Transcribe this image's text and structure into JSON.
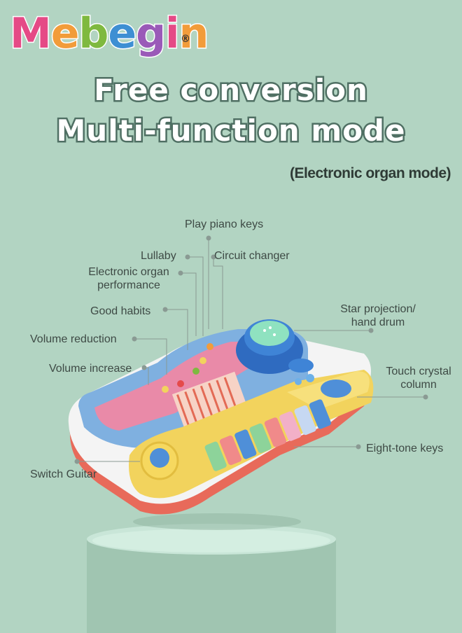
{
  "brand": {
    "logo_text": "Mebegin",
    "registered_mark": "®"
  },
  "headline": {
    "line1": "Free conversion",
    "line2": "Multi-function mode"
  },
  "mode_label": "(Electronic organ mode)",
  "callouts": {
    "play_piano_keys": "Play piano keys",
    "lullaby": "Lullaby",
    "circuit_changer": "Circuit changer",
    "electronic_organ_line1": "Electronic organ",
    "electronic_organ_line2": "performance",
    "good_habits": "Good habits",
    "star_projection_line1": "Star projection/",
    "star_projection_line2": "hand drum",
    "volume_reduction": "Volume reduction",
    "volume_increase": "Volume increase",
    "touch_crystal_line1": "Touch crystal",
    "touch_crystal_line2": "column",
    "eight_tone_keys": "Eight-tone keys",
    "switch_guitar": "Switch Guitar"
  },
  "colors": {
    "background": "#b2d4c2",
    "podium": "#a3c7b4",
    "title_outline": "#4f6f63"
  }
}
